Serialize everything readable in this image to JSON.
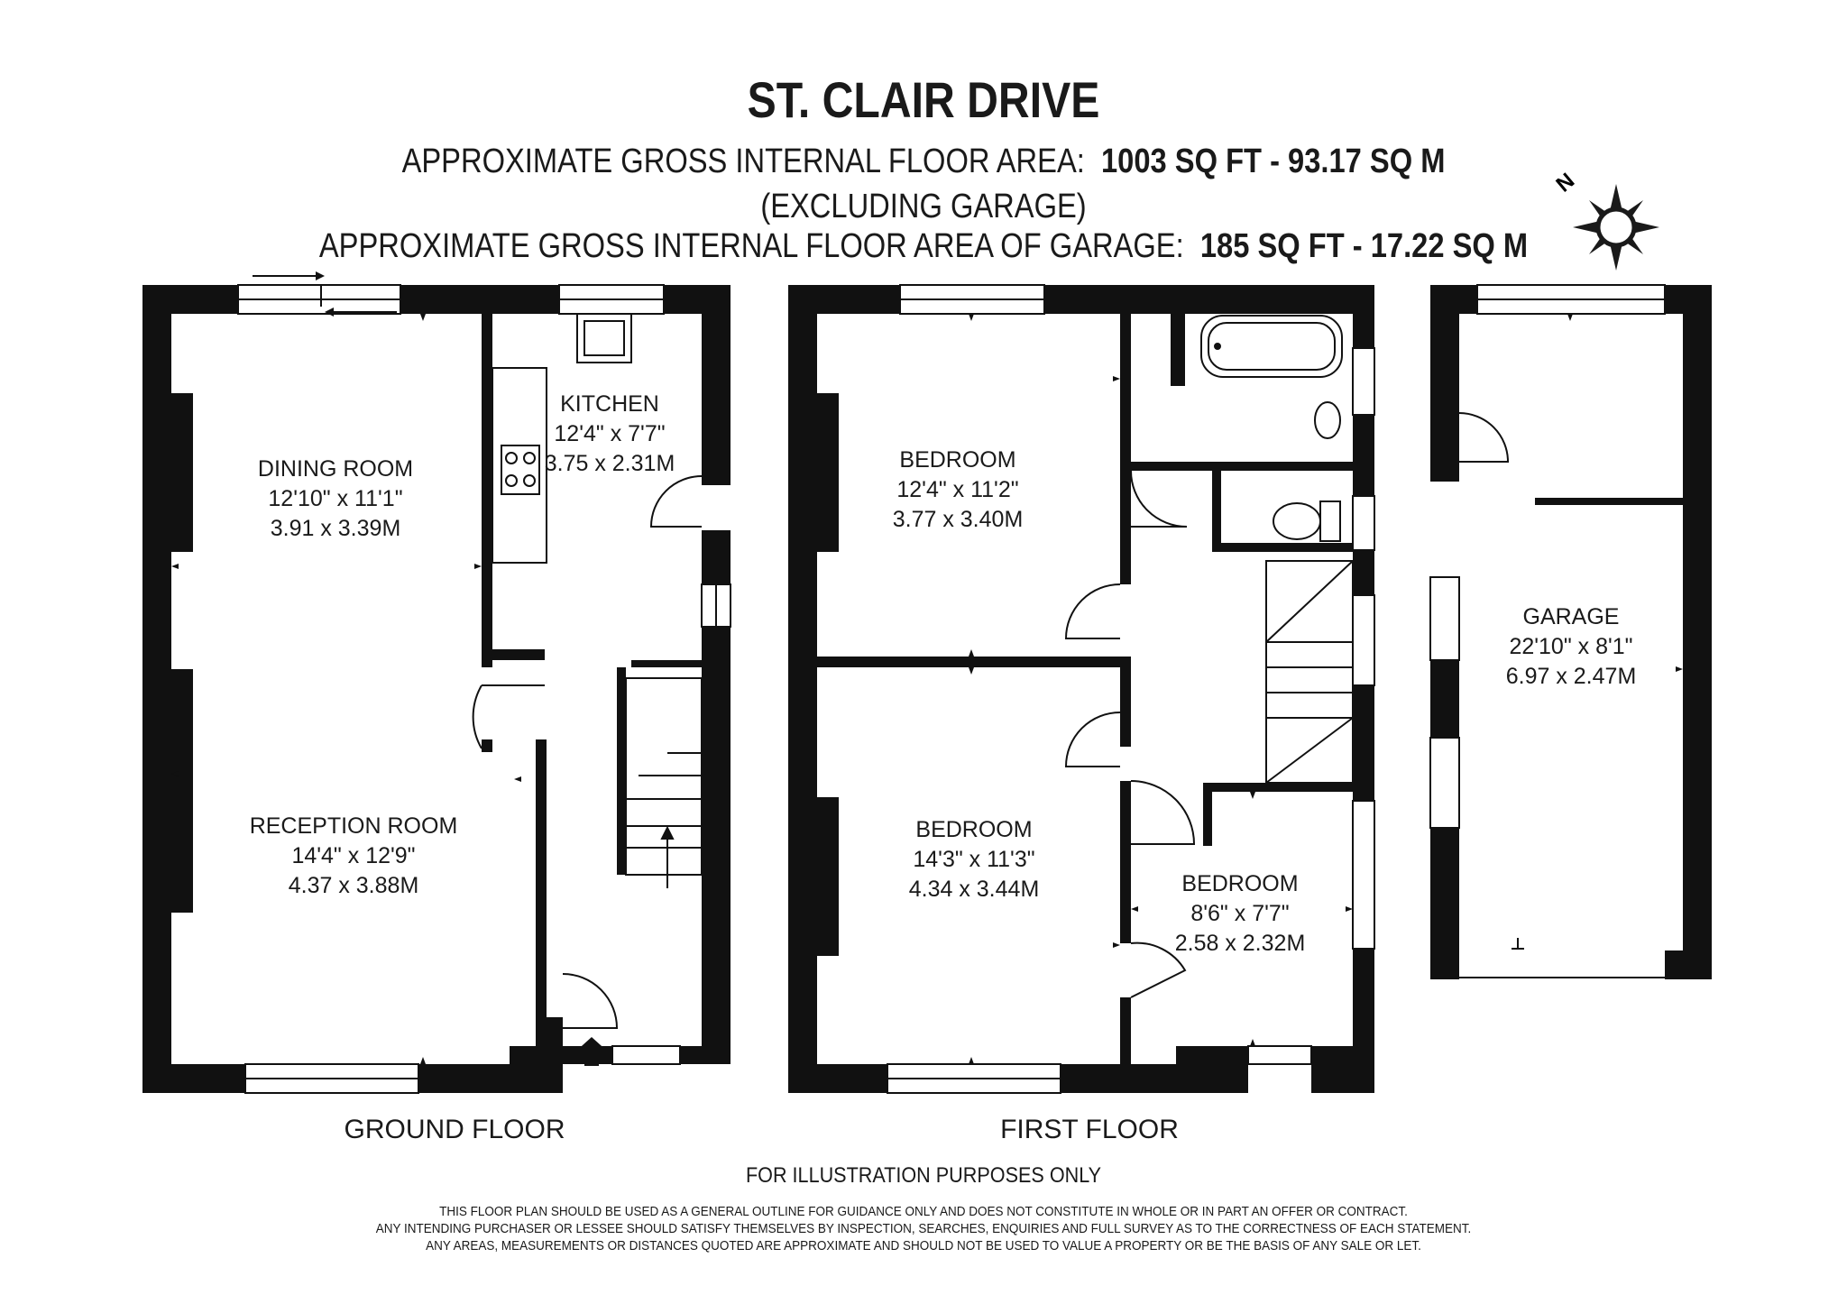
{
  "header": {
    "title": "ST. CLAIR DRIVE",
    "area_label": "APPROXIMATE GROSS INTERNAL FLOOR AREA:",
    "area_value": "1003 SQ FT  -  93.17 SQ M",
    "area_note": "(EXCLUDING GARAGE)",
    "garage_label": "APPROXIMATE GROSS INTERNAL FLOOR AREA OF GARAGE:",
    "garage_value": "185 SQ FT  -  17.22 SQ M"
  },
  "compass": {
    "label": "N",
    "icon": "compass-rose-icon"
  },
  "rooms": {
    "dining_room": {
      "name": "DINING ROOM",
      "imperial": "12'10\" x 11'1\"",
      "metric": "3.91 x 3.39M"
    },
    "kitchen": {
      "name": "KITCHEN",
      "imperial": "12'4\" x 7'7\"",
      "metric": "3.75 x 2.31M"
    },
    "reception_room": {
      "name": "RECEPTION ROOM",
      "imperial": "14'4\" x 12'9\"",
      "metric": "4.37 x 3.88M"
    },
    "bedroom_1": {
      "name": "BEDROOM",
      "imperial": "12'4\" x 11'2\"",
      "metric": "3.77 x 3.40M"
    },
    "bedroom_2": {
      "name": "BEDROOM",
      "imperial": "14'3\" x 11'3\"",
      "metric": "4.34 x 3.44M"
    },
    "bedroom_3": {
      "name": "BEDROOM",
      "imperial": "8'6\" x 7'7\"",
      "metric": "2.58 x 2.32M"
    },
    "garage": {
      "name": "GARAGE",
      "imperial": "22'10\" x 8'1\"",
      "metric": "6.97 x 2.47M"
    }
  },
  "floors": {
    "ground": "GROUND FLOOR",
    "first": "FIRST FLOOR"
  },
  "footer": {
    "note": "FOR ILLUSTRATION PURPOSES ONLY",
    "disclaimer": [
      "THIS FLOOR PLAN SHOULD BE USED AS A GENERAL OUTLINE FOR GUIDANCE ONLY AND DOES NOT CONSTITUTE IN WHOLE OR IN PART AN OFFER OR CONTRACT.",
      "ANY INTENDING PURCHASER OR LESSEE SHOULD SATISFY THEMSELVES BY INSPECTION, SEARCHES, ENQUIRIES AND FULL SURVEY AS TO THE CORRECTNESS OF EACH STATEMENT.",
      "ANY AREAS, MEASUREMENTS OR DISTANCES QUOTED ARE APPROXIMATE AND SHOULD NOT BE USED TO VALUE A PROPERTY OR BE THE BASIS OF ANY SALE OR LET."
    ]
  }
}
